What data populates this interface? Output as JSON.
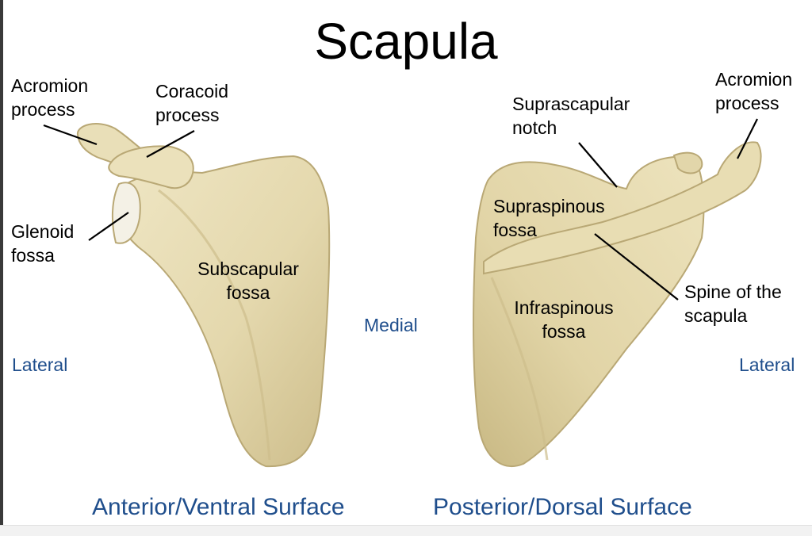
{
  "title": "Scapula",
  "labels": {
    "anterior": {
      "acromion": [
        "Acromion",
        "process"
      ],
      "coracoid": [
        "Coracoid",
        "process"
      ],
      "glenoid": [
        "Glenoid",
        "fossa"
      ],
      "subscapular": [
        "Subscapular",
        "fossa"
      ]
    },
    "posterior": {
      "suprascapular_notch": [
        "Suprascapular",
        "notch"
      ],
      "acromion": [
        "Acromion",
        "process"
      ],
      "supraspinous": [
        "Supraspinous",
        "fossa"
      ],
      "infraspinous": [
        "Infraspinous",
        "fossa"
      ],
      "spine": [
        "Spine of the",
        "scapula"
      ]
    }
  },
  "orientation": {
    "lateral_left": "Lateral",
    "medial": "Medial",
    "lateral_right": "Lateral"
  },
  "captions": {
    "anterior": "Anterior/Ventral Surface",
    "posterior": "Posterior/Dorsal Surface"
  },
  "colors": {
    "bone": "#e6dcb5",
    "bone_shadow": "#c9bb8a",
    "caption": "#1f4e8c",
    "leader": "#000000"
  }
}
